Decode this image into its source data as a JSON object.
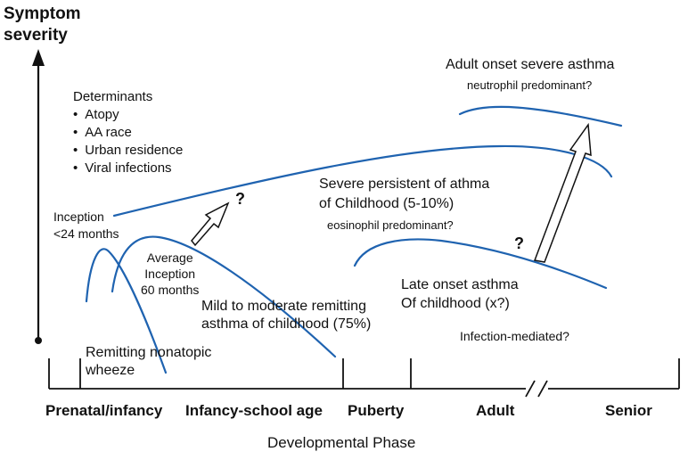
{
  "colors": {
    "curve": "#1f63b0",
    "axis": "#111111"
  },
  "y_axis_label": [
    "Symptom",
    "severity"
  ],
  "x_axis_title": "Developmental Phase",
  "phases": [
    "Prenatal/infancy",
    "Infancy-school age",
    "Puberty",
    "Adult",
    "Senior"
  ],
  "determinants": {
    "title": "Determinants",
    "items": [
      "Atopy",
      "AA race",
      "Urban residence",
      "Viral infections"
    ]
  },
  "inception_early": [
    "Inception",
    "<24 months"
  ],
  "inception_average": [
    "Average",
    "Inception",
    "60 months"
  ],
  "remitting_wheeze": [
    "Remitting nonatopic",
    "wheeze"
  ],
  "mild_moderate": [
    "Mild to moderate remitting",
    "asthma of childhood (75%)"
  ],
  "severe_persistent": [
    "Severe persistent of athma",
    "of Childhood (5-10%)"
  ],
  "eosinophil": "eosinophil predominant?",
  "adult_onset": "Adult onset severe asthma",
  "neutrophil": "neutrophil predominant?",
  "late_onset": [
    "Late onset asthma",
    "Of childhood (x?)"
  ],
  "infection": "Infection-mediated?",
  "question_mark": "?"
}
